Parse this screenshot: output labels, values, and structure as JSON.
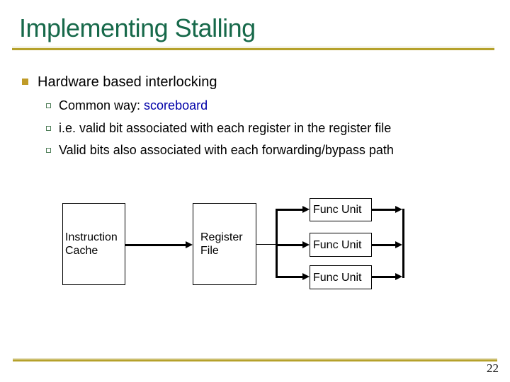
{
  "slide": {
    "title": "Implementing Stalling",
    "page_number": "22"
  },
  "bullets": {
    "level1": "Hardware based interlocking",
    "sub": [
      {
        "prefix": "Common way: ",
        "term": "scoreboard"
      },
      {
        "prefix": "i.e. valid bit associated with each register in the register file",
        "term": ""
      },
      {
        "prefix": "Valid bits also associated with each forwarding/bypass path",
        "term": ""
      }
    ]
  },
  "diagram": {
    "instruction_cache": "Instruction Cache",
    "register_file": "Register File",
    "func_units": [
      "Func Unit",
      "Func Unit",
      "Func Unit"
    ]
  },
  "colors": {
    "title_green": "#17694a",
    "accent_gold": "#b5a12b",
    "accent_gold_light": "#ddd7ad",
    "bullet_gold": "#c09b28",
    "sub_bullet_green": "#4e7d57",
    "term_blue": "#0000a8",
    "line_black": "#000000"
  }
}
